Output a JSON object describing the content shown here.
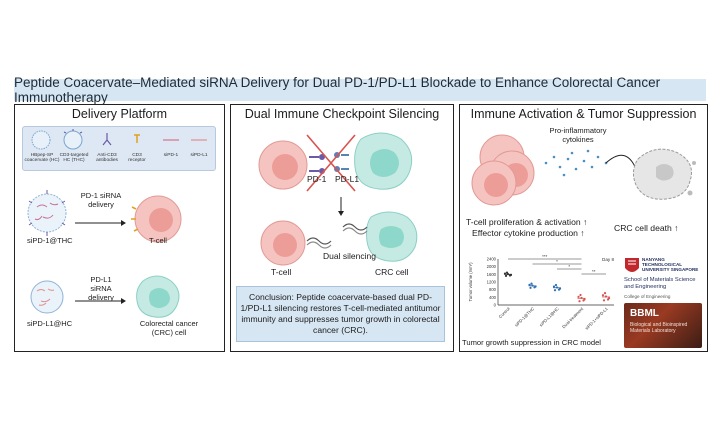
{
  "title": "Peptide Coacervate–Mediated siRNA Delivery for Dual PD-1/PD-L1 Blockade to Enhance Colorectal Cancer Immunotherapy",
  "panel1": {
    "title": "Delivery Platform",
    "legend": [
      "HBpep-SP coacervate (HC)",
      "CD3-targeted HC (THC)",
      "Anti-CD3 antibodies",
      "CD3 receptor",
      "siPD-1",
      "siPD-L1"
    ],
    "row1_arrow": "PD-1 siRNA delivery",
    "row1_left": "siPD-1@THC",
    "row1_right": "T-cell",
    "row2_arrow": "PD-L1 siRNA delivery",
    "row2_left": "siPD-L1@HC",
    "row2_right": "Colorectal cancer (CRC) cell"
  },
  "panel2": {
    "title": "Dual Immune Checkpoint Silencing",
    "pd1": "PD-1",
    "pdl1": "PD-L1",
    "dual": "Dual silencing",
    "tcell": "T-cell",
    "crc": "CRC cell",
    "conclusion": "Conclusion: Peptide coacervate-based dual PD-1/PD-L1 silencing restores T-cell-mediated antitumor immunity and suppresses tumor growth in colorectal cancer (CRC)."
  },
  "panel3": {
    "title": "Immune Activation & Tumor Suppression",
    "cytokines": "Pro-inflammatory cytokines",
    "line1": "T-cell proliferation & activation ↑",
    "line2": "Effector cytokine production ↑",
    "death": "CRC cell death ↑",
    "caption": "Tumor growth suppression in CRC model",
    "ntu": "NANYANG TECHNOLOGICAL UNIVERSITY SINGAPORE",
    "school": "School of Materials Science and Engineering",
    "college": "College of Engineering",
    "bbml": "BBML",
    "bbml_sub": "Biological and Bioinspired Materials Laboratory"
  },
  "chart_data": {
    "type": "scatter",
    "ylabel": "Tumor volume (mm³)",
    "yticks": [
      "2400",
      "2000",
      "1600",
      "1200",
      "800",
      "400",
      "0"
    ],
    "ylim": [
      0,
      2400
    ],
    "annotation": "Day 8",
    "significance": [
      "***",
      "*",
      "*",
      "**"
    ],
    "categories": [
      "Control",
      "siPD-1@THC",
      "siPD-L1@HC",
      "Dual-treatment",
      "siPD-1+siPD-L1"
    ],
    "series": [
      {
        "values": [
          1600,
          1000,
          900,
          350,
          420
        ]
      }
    ]
  },
  "colors": {
    "title_bar": "#d6e6f3",
    "tcell": "#f4b5b1",
    "crc": "#bfe6df",
    "accent_red": "#d9534f"
  }
}
